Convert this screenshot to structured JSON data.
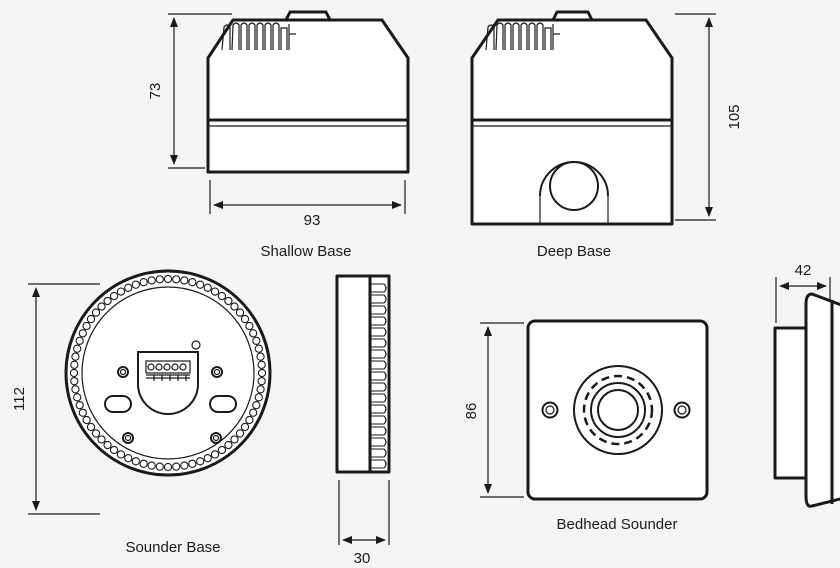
{
  "labels": {
    "shallow_base": "Shallow Base",
    "deep_base": "Deep Base",
    "sounder_base": "Sounder Base",
    "bedhead_sounder": "Bedhead Sounder"
  },
  "dimensions": {
    "shallow_height": "73",
    "shallow_width": "93",
    "deep_height": "105",
    "sounder_diameter": "112",
    "sounder_depth": "30",
    "bedhead_height": "86",
    "bedhead_depth": "42"
  },
  "colors": {
    "background": "#f4f4f4",
    "line": "#1a1a1a",
    "part_fill": "#ffffff"
  }
}
